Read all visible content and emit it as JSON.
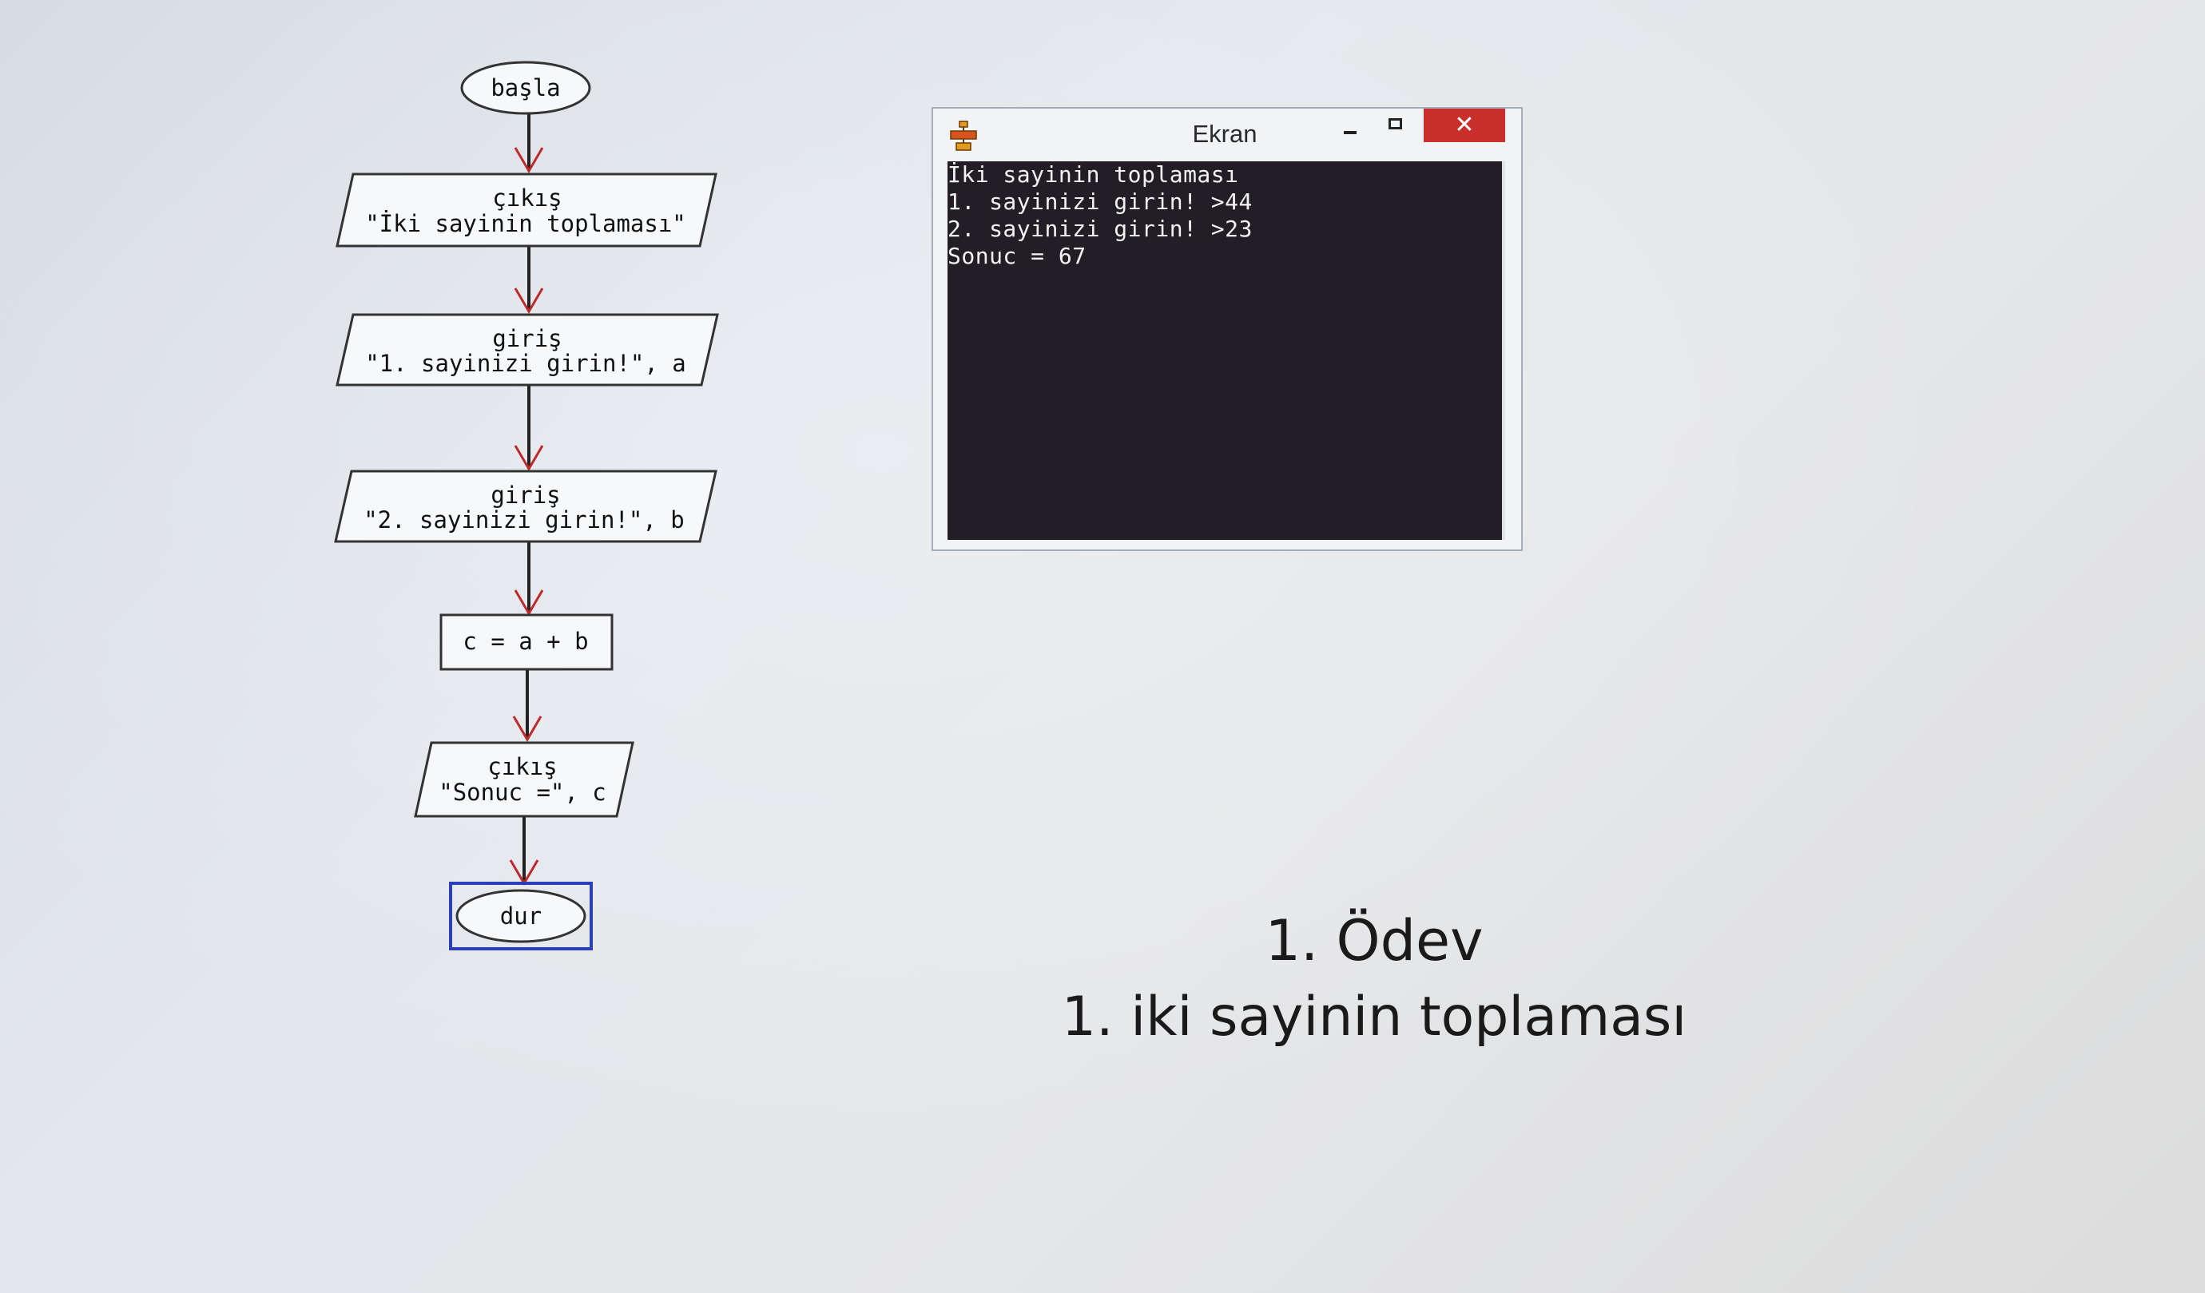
{
  "flowchart": {
    "start_label": "başla",
    "step1_keyword": "çıkış",
    "step1_text": "\"İki sayinin toplaması\"",
    "step2_keyword": "giriş",
    "step2_text": "\"1. sayinizi girin!\", a",
    "step3_keyword": "giriş",
    "step3_text": "\"2. sayinizi girin!\", b",
    "step4_text": "c = a + b",
    "step5_keyword": "çıkış",
    "step5_text": "\"Sonuc =\", c",
    "end_label": "dur"
  },
  "terminal": {
    "title": "Ekran",
    "close_glyph": "✕",
    "lines": [
      "İki sayinin toplaması",
      "1. sayinizi girin! >44",
      "2. sayinizi girin! >23",
      "Sonuc = 67"
    ]
  },
  "caption": {
    "title": "1. Ödev",
    "subtitle": "1. iki sayinin toplaması"
  },
  "colors": {
    "arrow": "#c0292b",
    "selection": "#2b3fb8",
    "close_button": "#c9302c",
    "console_bg": "#231e25"
  },
  "icons": [
    "flowgorithm-app-icon",
    "minimize-icon",
    "maximize-icon",
    "close-icon"
  ]
}
